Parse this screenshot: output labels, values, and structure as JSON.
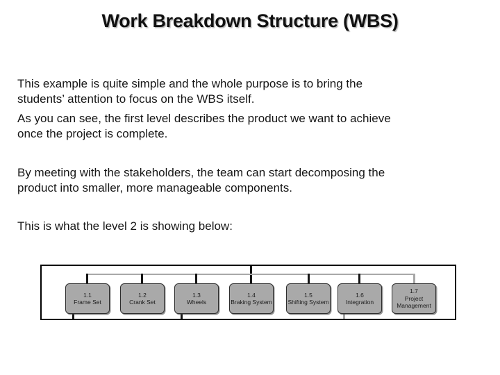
{
  "slide": {
    "title": "Work Breakdown Structure (WBS)",
    "paragraphs": [
      {
        "lines": [
          "This example is quite simple and the whole purpose is to bring the",
          "students’ attention to focus on the WBS itself."
        ]
      },
      {
        "lines": [
          "As you can see, the first level describes the product we want to achieve",
          "once the project is complete."
        ]
      },
      {
        "lines": [
          "By meeting with the stakeholders, the team can start decomposing the",
          "product into smaller, more manageable components."
        ]
      },
      {
        "lines": [
          "This is what the level 2 is showing below:"
        ]
      }
    ]
  },
  "diagram": {
    "description": "WBS level 2 tree, level-1 parent cropped out of frame above",
    "nodes": [
      {
        "id": "1.1",
        "label": "Frame Set"
      },
      {
        "id": "1.2",
        "label": "Crank Set"
      },
      {
        "id": "1.3",
        "label": "Wheels"
      },
      {
        "id": "1.4",
        "label": "Braking System"
      },
      {
        "id": "1.5",
        "label": "Shifting System"
      },
      {
        "id": "1.6",
        "label": "Integration"
      },
      {
        "id": "1.7",
        "label": "Project Management"
      }
    ],
    "colors": {
      "node_fill": "#a9a9a9",
      "node_border": "#2d2d2d",
      "connector_light": "#a8a8a8",
      "connector_dark": "#161616",
      "frame_border": "#000000"
    }
  }
}
